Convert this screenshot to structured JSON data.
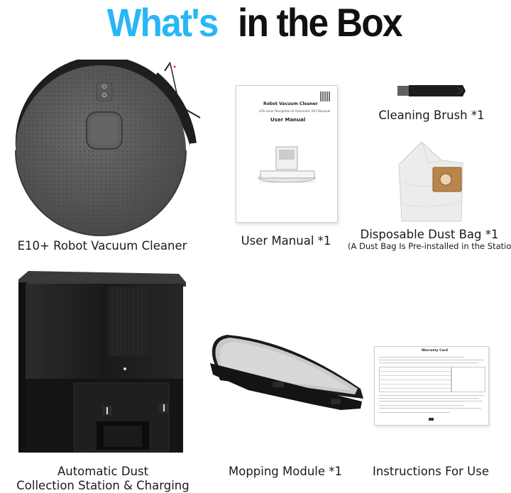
{
  "title": {
    "part1": "What's",
    "part2": "in the Box"
  },
  "items": [
    {
      "label": "E10+ Robot Vacuum Cleaner"
    },
    {
      "label": "User Manual *1"
    },
    {
      "label": "Cleaning Brush *1"
    },
    {
      "label": "Disposable Dust Bag *1",
      "note": "(A Dust Bag Is Pre-installed in the Station)"
    },
    {
      "label_line1": "Automatic Dust",
      "label_line2": "Collection Station & Charging"
    },
    {
      "label": "Mopping Module *1"
    },
    {
      "label": "Instructions For Use"
    }
  ],
  "manual": {
    "heading": "Robot Vacuum Cleaner",
    "subheading": "LDS Laser Navigation & Automatic Dirt Disposal",
    "title": "User Manual"
  },
  "warranty_card": {
    "title": "Warranty Card"
  },
  "colors": {
    "accent": "#29b6f6",
    "text": "#111111"
  }
}
